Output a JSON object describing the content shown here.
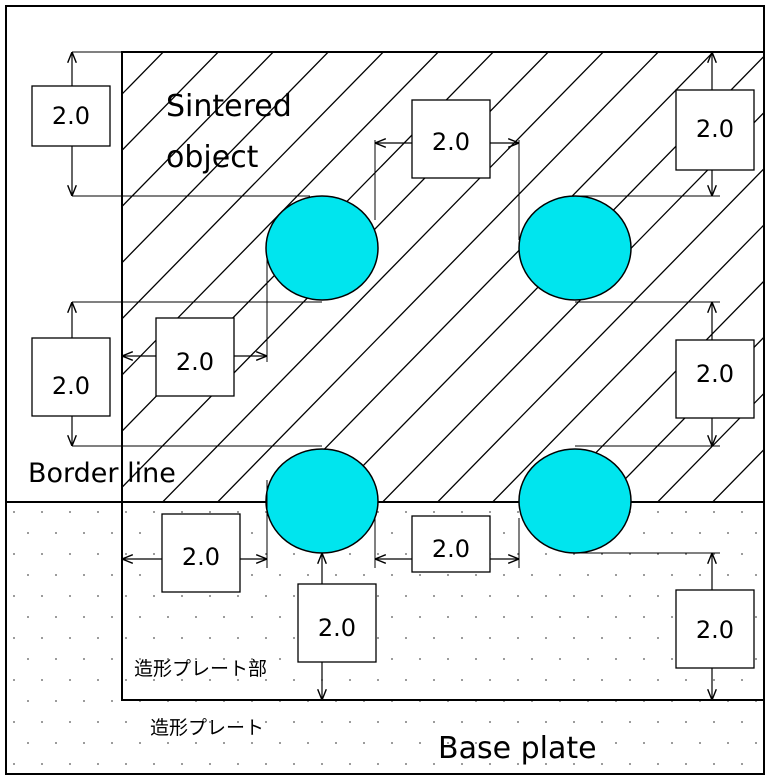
{
  "labels": {
    "sintered_line1": "Sintered",
    "sintered_line2": "object",
    "border_line": "Border line",
    "base_plate": "Base plate",
    "jp_part": "造形プレート部",
    "jp_plate": "造形プレート"
  },
  "dimension_value": "2.0",
  "colors": {
    "circle_fill": "#00e5ee",
    "line": "#000000",
    "background": "#ffffff"
  }
}
